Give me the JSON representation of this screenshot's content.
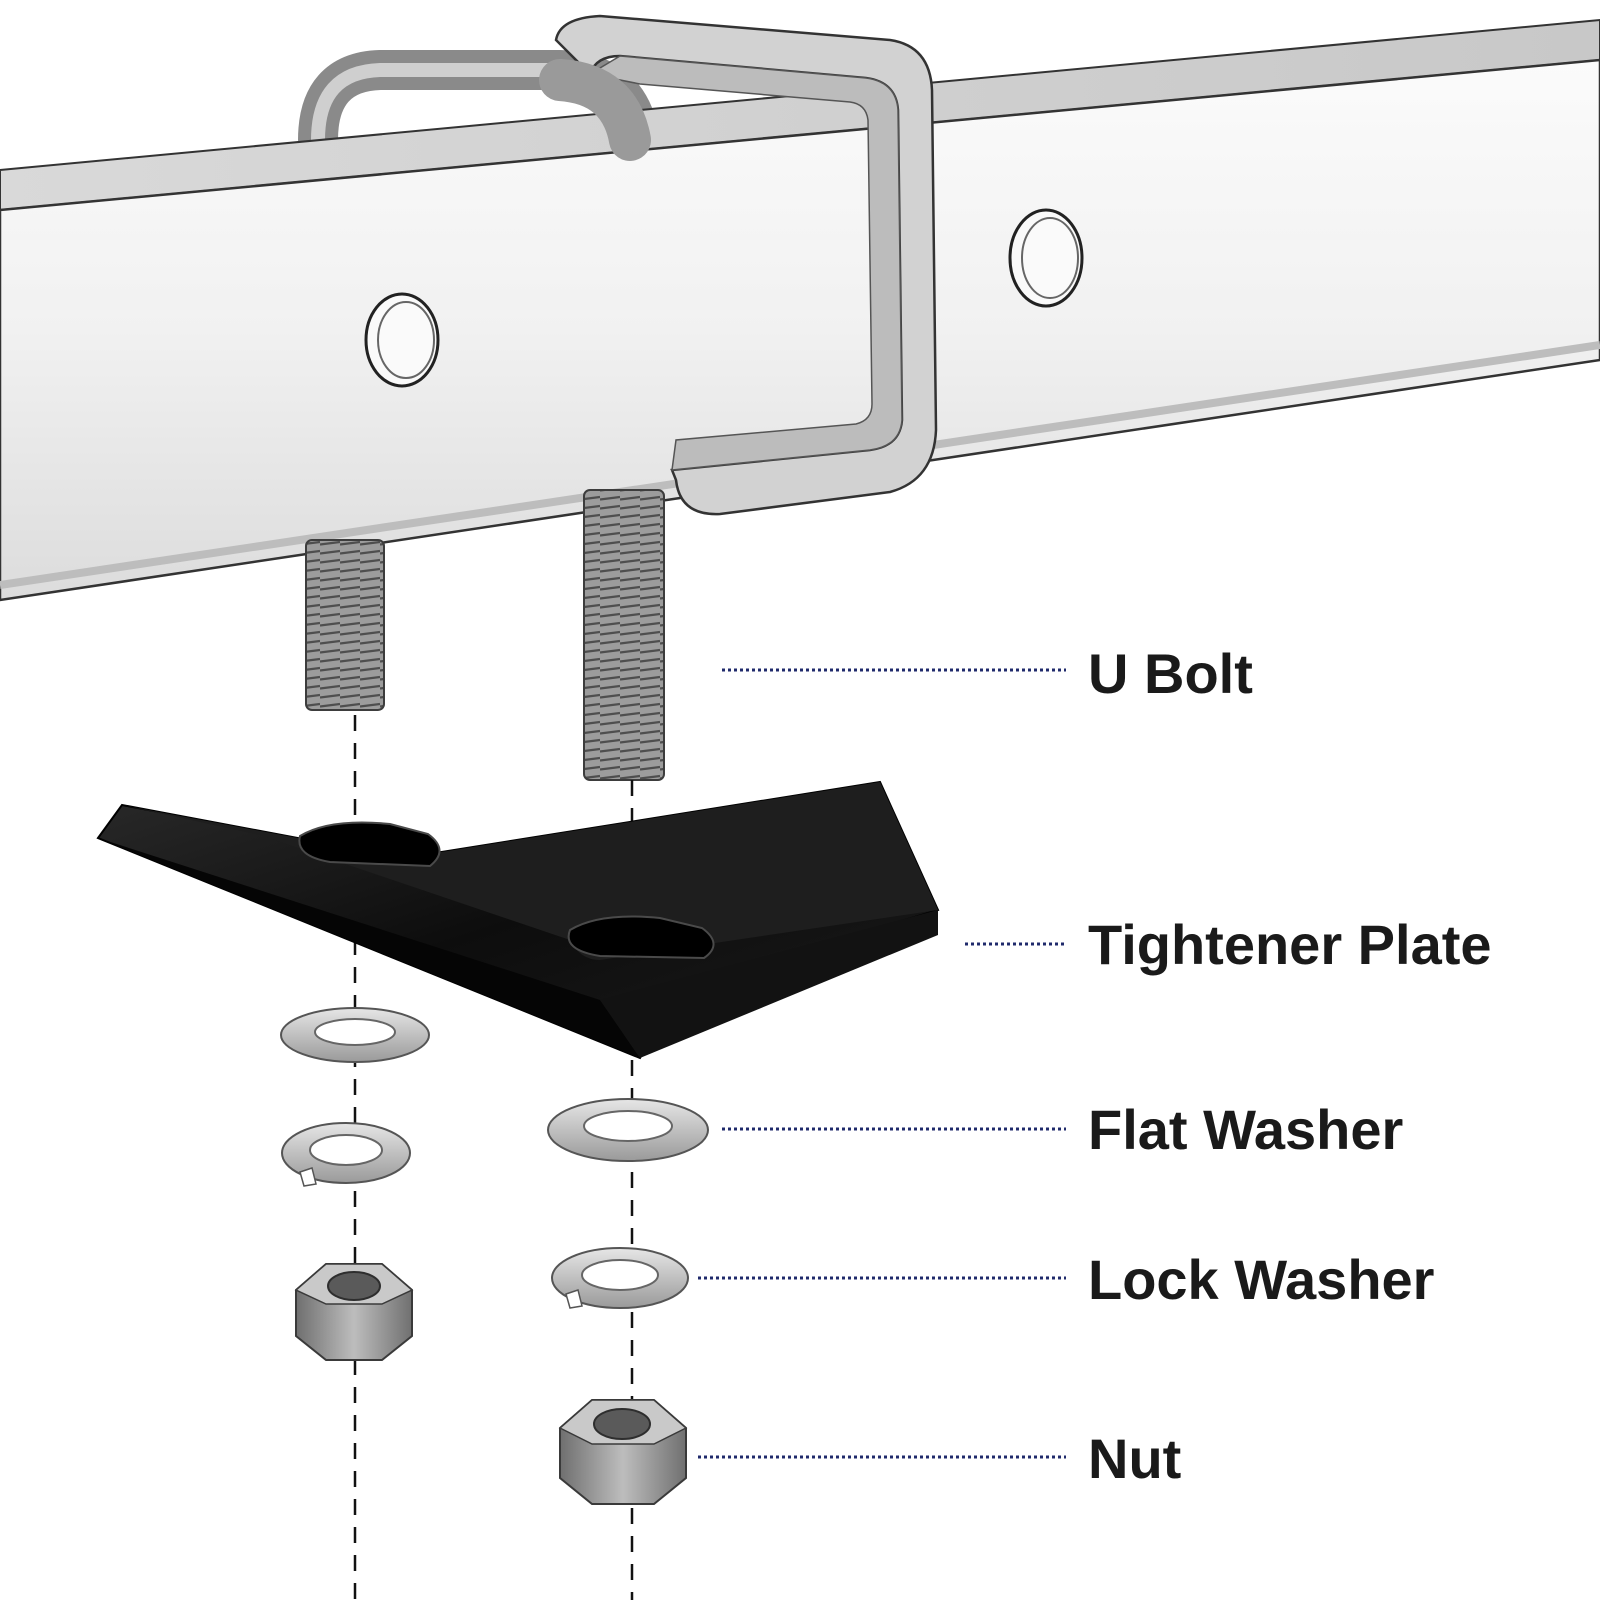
{
  "labels": {
    "u_bolt": "U Bolt",
    "tightener_plate": "Tightener Plate",
    "flat_washer": "Flat Washer",
    "lock_washer": "Lock Washer",
    "nut": "Nut"
  },
  "colors": {
    "background": "#ffffff",
    "tube": "#f2f2f2",
    "steel": "#b9b9b9",
    "plate": "#0b0b0b",
    "leader": "#1f2a6b",
    "label_text": "#1a1a1a"
  }
}
